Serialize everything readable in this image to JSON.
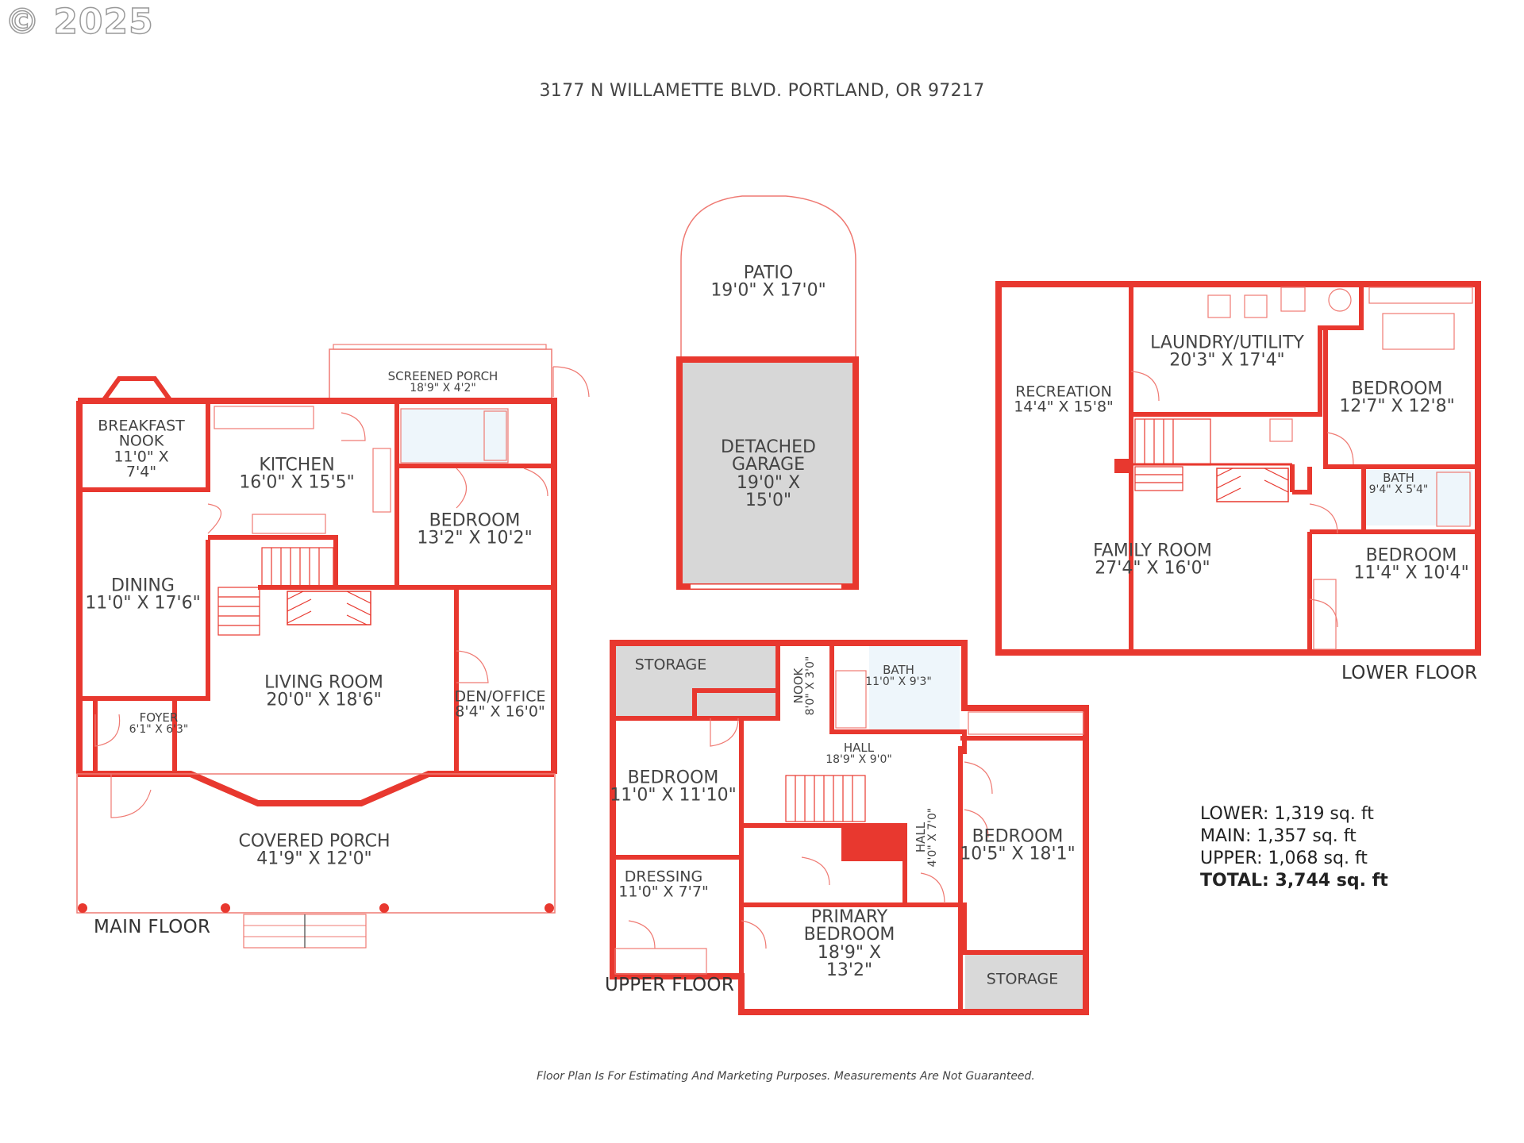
{
  "copyright": "© 2025",
  "address": "3177 N WILLAMETTE BLVD. PORTLAND, OR 97217",
  "disclaimer": "Floor Plan Is For Estimating And Marketing Purposes. Measurements Are Not Guaranteed.",
  "floors": {
    "main": "MAIN FLOOR",
    "upper": "UPPER FLOOR",
    "lower": "LOWER FLOOR"
  },
  "areas": {
    "lower": "LOWER: 1,319 sq. ft",
    "main": "MAIN: 1,357 sq. ft",
    "upper": "UPPER: 1,068 sq. ft",
    "total": "TOTAL: 3,744 sq. ft"
  },
  "rooms": {
    "patio": {
      "name": "PATIO",
      "dim": "19'0\" X 17'0\""
    },
    "garage": {
      "name": "DETACHED GARAGE",
      "dim": "19'0\" X 15'0\""
    },
    "screened_porch": {
      "name": "SCREENED PORCH",
      "dim": "18'9\" X 4'2\""
    },
    "breakfast_nook": {
      "name": "BREAKFAST NOOK",
      "dim": "11'0\" X 7'4\""
    },
    "kitchen": {
      "name": "KITCHEN",
      "dim": "16'0\" X 15'5\""
    },
    "main_bedroom": {
      "name": "BEDROOM",
      "dim": "13'2\" X 10'2\""
    },
    "dining": {
      "name": "DINING",
      "dim": "11'0\" X 17'6\""
    },
    "living_room": {
      "name": "LIVING ROOM",
      "dim": "20'0\" X 18'6\""
    },
    "den_office": {
      "name": "DEN/OFFICE",
      "dim": "8'4\" X 16'0\""
    },
    "foyer": {
      "name": "FOYER",
      "dim": "6'1\" X 6'3\""
    },
    "covered_porch": {
      "name": "COVERED PORCH",
      "dim": "41'9\" X 12'0\""
    },
    "upper_storage_top": {
      "name": "STORAGE"
    },
    "upper_nook": {
      "name": "NOOK",
      "dim": "8'0\" X 3'0\""
    },
    "upper_bath": {
      "name": "BATH",
      "dim": "11'0\" X 9'3\""
    },
    "upper_bedroom_left": {
      "name": "BEDROOM",
      "dim": "11'0\" X 11'10\""
    },
    "upper_hall_top": {
      "name": "HALL",
      "dim": "18'9\" X 9'0\""
    },
    "upper_hall_side": {
      "name": "HALL",
      "dim": "4'0\" X 7'0\""
    },
    "upper_bedroom_right": {
      "name": "BEDROOM",
      "dim": "10'5\" X 18'1\""
    },
    "dressing": {
      "name": "DRESSING",
      "dim": "11'0\" X 7'7\""
    },
    "primary_bedroom": {
      "name": "PRIMARY BEDROOM",
      "dim": "18'9\" X 13'2\""
    },
    "upper_storage_bottom": {
      "name": "STORAGE"
    },
    "recreation": {
      "name": "RECREATION",
      "dim": "14'4\" X 15'8\""
    },
    "laundry": {
      "name": "LAUNDRY/UTILITY",
      "dim": "20'3\" X 17'4\""
    },
    "lower_bedroom_top": {
      "name": "BEDROOM",
      "dim": "12'7\" X 12'8\""
    },
    "lower_bath": {
      "name": "BATH",
      "dim": "9'4\" X 5'4\""
    },
    "family_room": {
      "name": "FAMILY ROOM",
      "dim": "27'4\" X 16'0\""
    },
    "lower_bedroom_bottom": {
      "name": "BEDROOM",
      "dim": "11'4\" X 10'4\""
    }
  },
  "colors": {
    "wall": "#e8382f",
    "thin_line": "#ef7a73",
    "storage_fill": "#d9d9d9",
    "bath_fill": "#eef6fb"
  }
}
